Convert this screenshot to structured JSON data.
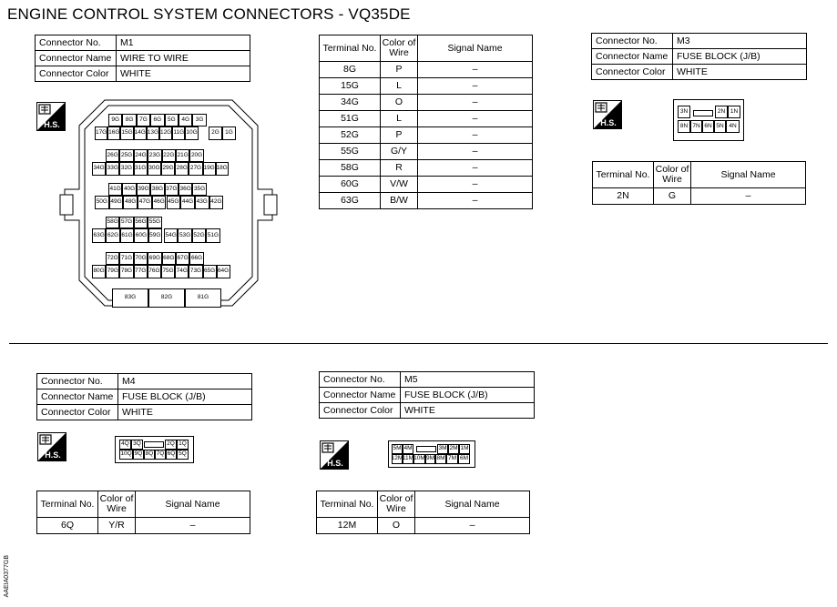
{
  "title": "ENGINE CONTROL SYSTEM CONNECTORS - VQ35DE",
  "labels": {
    "connector_no": "Connector No.",
    "connector_name": "Connector Name",
    "connector_color": "Connector Color",
    "terminal_no": "Terminal No.",
    "color_of_wire": "Color of Wire",
    "signal_name": "Signal Name",
    "hs": "H.S."
  },
  "m1": {
    "no": "M1",
    "name": "WIRE TO WIRE",
    "color": "WHITE",
    "rows": [
      [
        "9G",
        "8G",
        "7G",
        "6G",
        "5G",
        "4G",
        "3G"
      ],
      [
        "17G",
        "16G",
        "15G",
        "14G",
        "13G",
        "12G",
        "11G",
        "10G",
        "2G",
        "1G"
      ],
      [
        "26G",
        "25G",
        "24G",
        "23G",
        "22G",
        "21G",
        "20G"
      ],
      [
        "34G",
        "33G",
        "32G",
        "31G",
        "30G",
        "29G",
        "28G",
        "27G",
        "19G",
        "18G"
      ],
      [
        "41G",
        "40G",
        "39G",
        "38G",
        "37G",
        "36G",
        "35G"
      ],
      [
        "50G",
        "49G",
        "48G",
        "47G",
        "46G",
        "45G",
        "44G",
        "43G",
        "42G"
      ],
      [
        "58G",
        "57G",
        "56G",
        "55G"
      ],
      [
        "63G",
        "62G",
        "61G",
        "60G",
        "59G",
        "54G",
        "53G",
        "52G",
        "51G"
      ],
      [
        "72G",
        "71G",
        "70G",
        "69G",
        "68G",
        "67G",
        "66G"
      ],
      [
        "80G",
        "79G",
        "78G",
        "77G",
        "76G",
        "75G",
        "74G",
        "73G",
        "65G",
        "64G"
      ],
      [
        "83G",
        "82G",
        "81G"
      ]
    ],
    "terminals": [
      {
        "t": "8G",
        "c": "P",
        "s": "–"
      },
      {
        "t": "15G",
        "c": "L",
        "s": "–"
      },
      {
        "t": "34G",
        "c": "O",
        "s": "–"
      },
      {
        "t": "51G",
        "c": "L",
        "s": "–"
      },
      {
        "t": "52G",
        "c": "P",
        "s": "–"
      },
      {
        "t": "55G",
        "c": "G/Y",
        "s": "–"
      },
      {
        "t": "58G",
        "c": "R",
        "s": "–"
      },
      {
        "t": "60G",
        "c": "V/W",
        "s": "–"
      },
      {
        "t": "63G",
        "c": "B/W",
        "s": "–"
      }
    ]
  },
  "m3": {
    "no": "M3",
    "name": "FUSE BLOCK (J/B)",
    "color": "WHITE",
    "pins": [
      "3N",
      "2N",
      "1N",
      "8N",
      "7N",
      "6N",
      "5N",
      "4N"
    ],
    "terminals": [
      {
        "t": "2N",
        "c": "G",
        "s": "–"
      }
    ]
  },
  "m4": {
    "no": "M4",
    "name": "FUSE BLOCK (J/B)",
    "color": "WHITE",
    "pins": [
      "4Q",
      "3Q",
      "2Q",
      "1Q",
      "10Q",
      "9Q",
      "8Q",
      "7Q",
      "6Q",
      "5Q"
    ],
    "terminals": [
      {
        "t": "6Q",
        "c": "Y/R",
        "s": "–"
      }
    ]
  },
  "m5": {
    "no": "M5",
    "name": "FUSE BLOCK (J/B)",
    "color": "WHITE",
    "pins": [
      "5M",
      "4M",
      "3M",
      "2M",
      "1M",
      "12M",
      "11M",
      "10M",
      "9M",
      "8M",
      "7M",
      "6M"
    ],
    "terminals": [
      {
        "t": "12M",
        "c": "O",
        "s": "–"
      }
    ]
  },
  "side_code": "AAEIA0377GB"
}
